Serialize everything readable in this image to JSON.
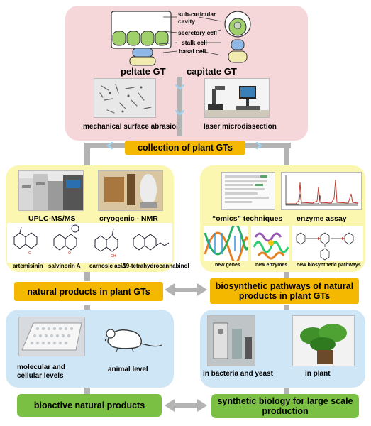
{
  "gt": {
    "label_cavity": "sub-cuticular\ncavity",
    "label_secretory": "secretory cell",
    "label_stalk": "stalk cell",
    "label_basal": "basal cell",
    "peltate": "peltate GT",
    "capitate": "capitate GT",
    "abrasion": "mechanical surface abrasion",
    "laser": "laser microdissection"
  },
  "collection": "collection  of plant GTs",
  "left_panel": {
    "uplc": "UPLC-MS/MS",
    "nmr": "cryogenic - NMR",
    "compounds": [
      "artemisinin",
      "salvinorin A",
      "carnosic acid",
      "Δ9-tetrahydrocannabinol"
    ]
  },
  "right_panel": {
    "omics": "“omics” techniques",
    "enzyme_assay": "enzyme assay",
    "new_genes": "new genes",
    "new_enzymes": "new enzymes",
    "new_pathways": "new biosynthetic pathways"
  },
  "mid": {
    "natural_products": "natural products in plant GTs",
    "pathways": "biosynthetic pathways of natural products in plant GTs"
  },
  "bottom_left": {
    "molecular": "molecular and\ncellular levels",
    "animal": "animal level"
  },
  "bottom_right": {
    "bacteria": "in bacteria and yeast",
    "plant": "in plant"
  },
  "final": {
    "bioactive": "bioactive natural products",
    "synthetic": "synthetic biology for large scale production"
  },
  "colors": {
    "pink_panel": "#f6d7d9",
    "yellow_panel": "#fcf7b0",
    "blue_panel": "#cfe6f6",
    "orange_box": "#f5b800",
    "green_box": "#7ac143",
    "connector": "#b3b3b3",
    "chevron": "#9fd3ef"
  }
}
